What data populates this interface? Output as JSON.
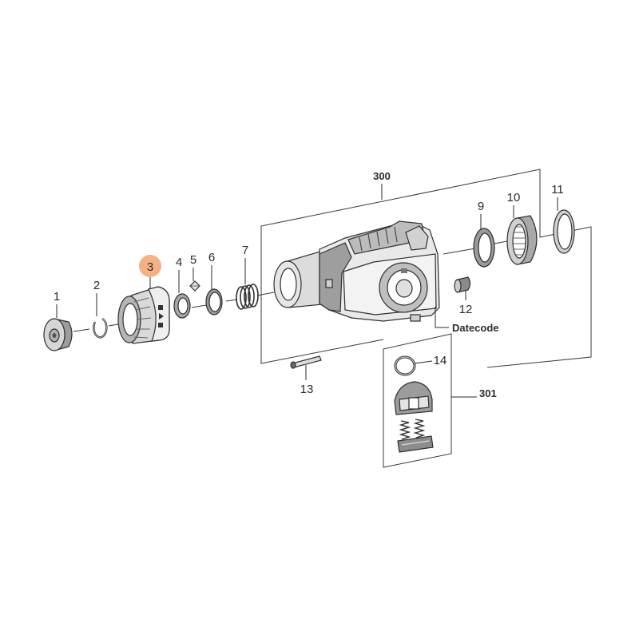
{
  "callouts": {
    "p300": "300",
    "p301": "301",
    "p1": "1",
    "p2": "2",
    "p3": "3",
    "p4": "4",
    "p5": "5",
    "p6": "6",
    "p7": "7",
    "p9": "9",
    "p10": "10",
    "p11": "11",
    "p12": "12",
    "p13": "13",
    "p14": "14"
  },
  "labels": {
    "datecode": "Datecode"
  },
  "highlighted_callout": "3",
  "colors": {
    "highlight": "#F4B183",
    "ink": "#2b2b2b"
  }
}
